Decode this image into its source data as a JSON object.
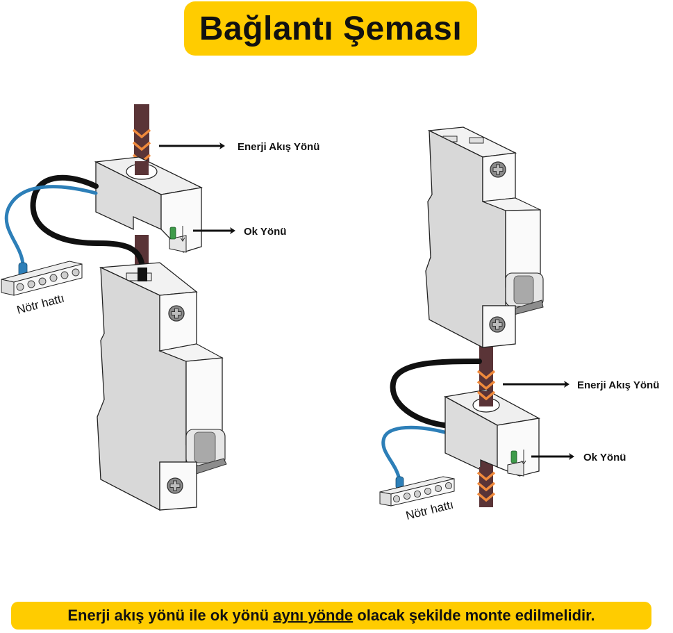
{
  "title": "Bağlantı Şeması",
  "left_diagram": {
    "energy_label": "Enerji Akış Yönü",
    "arrow_label": "Ok Yönü",
    "neutral_label": "Nötr hattı"
  },
  "right_diagram": {
    "energy_label": "Enerji Akış Yönü",
    "arrow_label": "Ok Yönü",
    "neutral_label": "Nötr hattı"
  },
  "footer": {
    "part1": "Enerji akış yönü ile ok yönü ",
    "emphasis": "aynı yönde",
    "part2": " olacak şekilde monte edilmelidir."
  },
  "colors": {
    "accent_yellow": "#FFCC00",
    "cable_brown": "#5A3437",
    "chevron_orange": "#F08A3C",
    "neutral_blue": "#2D7FB8",
    "indicator_green": "#3E9B4A",
    "device_grey": "#D8D8D8"
  }
}
